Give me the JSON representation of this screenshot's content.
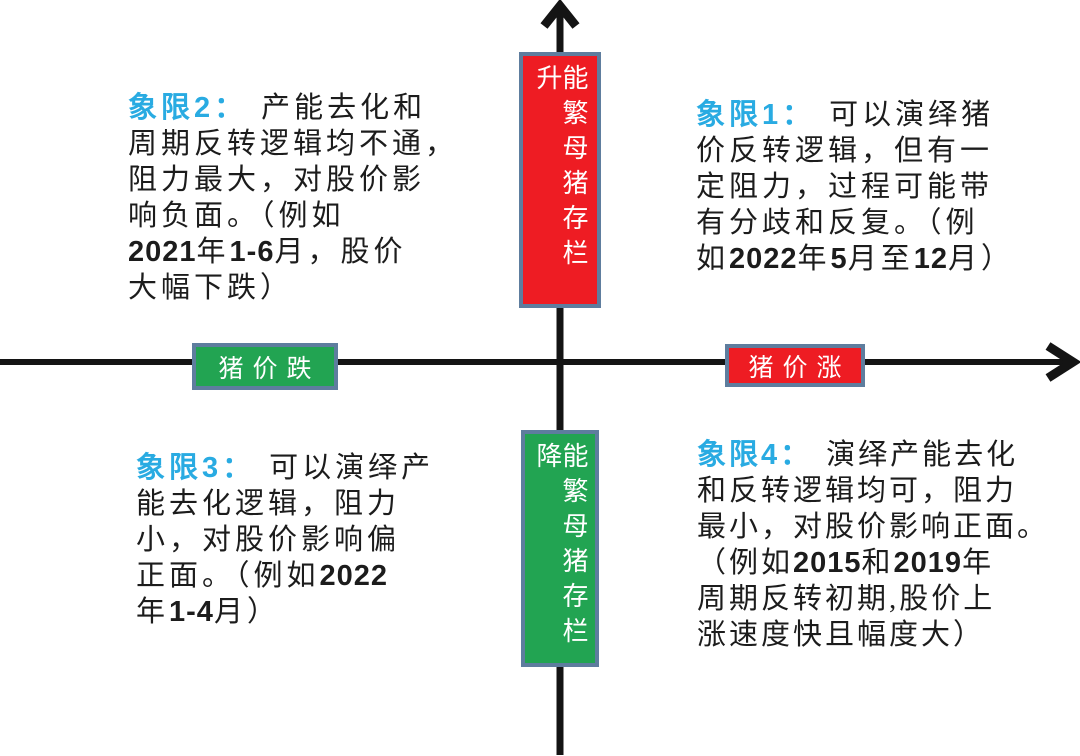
{
  "colors": {
    "red": "#ee1c23",
    "green": "#22a452",
    "border": "#5e7d9e",
    "blue": "#29abe2",
    "black": "#141414",
    "white": "#ffffff"
  },
  "axes": {
    "vertical": {
      "top_box": {
        "label": "能繁母猪存栏升",
        "color": "red"
      },
      "bottom_box": {
        "label": "能繁母猪存栏降",
        "color": "green"
      }
    },
    "horizontal": {
      "left_box": {
        "label": "猪价跌",
        "color": "green"
      },
      "right_box": {
        "label": "猪价涨",
        "color": "red"
      }
    }
  },
  "quadrants": [
    {
      "label": "象限1：",
      "lines": [
        "可以演绎猪",
        "价反转逻辑，但有一",
        "定阻力，过程可能带",
        "有分歧和反复。（例",
        "如2022年5月至12月）"
      ]
    },
    {
      "label": "象限2：",
      "lines": [
        "产能去化和",
        "周期反转逻辑均不通，",
        "阻力最大，对股价影",
        "响负面。（例如",
        "2021年1-6月，股价",
        "大幅下跌）"
      ]
    },
    {
      "label": "象限3：",
      "lines": [
        "可以演绎产",
        "能去化逻辑，阻力",
        "小，对股价影响偏",
        "正面。（例如2022",
        "年1-4月）"
      ]
    },
    {
      "label": "象限4：",
      "lines": [
        "演绎产能去化",
        "和反转逻辑均可，阻力",
        "最小，对股价影响正面。",
        "（例如2015和2019年",
        "周期反转初期,股价上",
        "涨速度快且幅度大）"
      ]
    }
  ]
}
